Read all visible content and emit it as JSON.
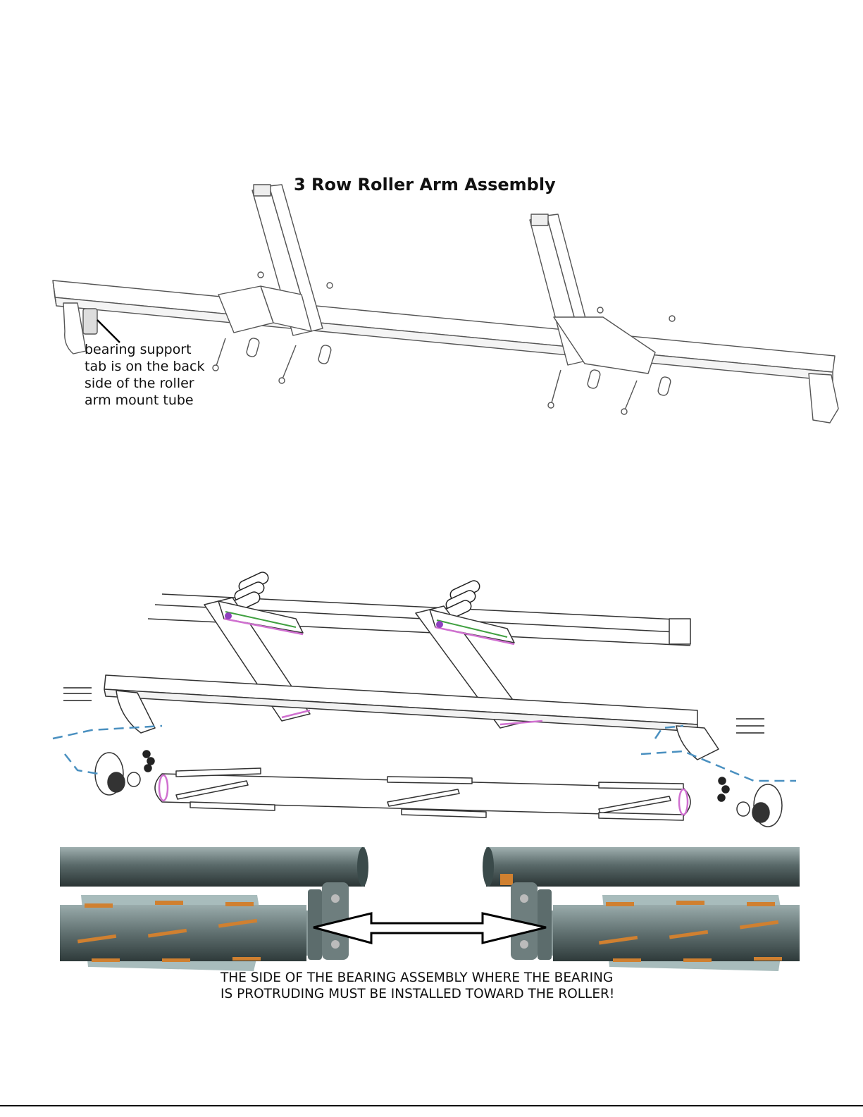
{
  "figure1": {
    "title": "3 Row Roller Arm Assembly",
    "callout_lines": [
      "bearing support",
      "tab is on the back",
      "side of the roller",
      "arm mount tube"
    ]
  },
  "figure3": {
    "warning_lines": [
      "THE SIDE OF THE BEARING ASSEMBLY WHERE THE BEARING",
      "IS PROTRUDING MUST BE INSTALLED TOWARD THE ROLLER!"
    ]
  },
  "colors": {
    "line": "#555555",
    "accent_pink": "#d070d0",
    "accent_green": "#40a040",
    "dash_blue": "#4a90c0",
    "steel_dark": "#3a4a4a",
    "steel_mid": "#708080",
    "steel_light": "#a8bcbc",
    "flight_orange": "#d08030"
  }
}
